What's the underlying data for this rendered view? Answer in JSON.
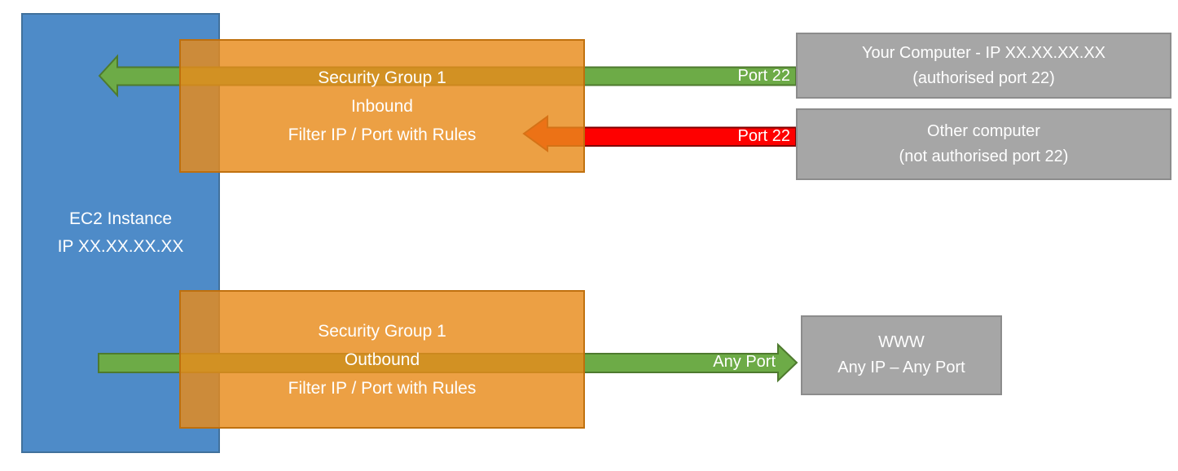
{
  "diagram": {
    "ec2": {
      "line1": "EC2 Instance",
      "line2": "IP XX.XX.XX.XX"
    },
    "sg_inbound": {
      "line1": "Security Group 1",
      "line2": "Inbound",
      "line3": "Filter IP / Port with Rules"
    },
    "sg_outbound": {
      "line1": "Security Group 1",
      "line2": "Outbound",
      "line3": "Filter IP / Port with Rules"
    },
    "your_computer": {
      "line1": "Your Computer - IP XX.XX.XX.XX",
      "line2": "(authorised port 22)"
    },
    "other_computer": {
      "line1": "Other computer",
      "line2": "(not authorised port 22)"
    },
    "www": {
      "line1": "WWW",
      "line2": "Any IP – Any Port"
    },
    "arrow_labels": {
      "inbound_allowed": "Port 22",
      "inbound_denied": "Port 22",
      "outbound": "Any Port"
    },
    "colors": {
      "ec2_blue": "#4E8BC8",
      "ec2_border": "#41719C",
      "security_group_orange": "#E88B1B",
      "allowed_green": "#6DAB47",
      "allowed_green_border": "#4E7A2E",
      "denied_red": "#FE0000",
      "denied_red_border": "#7F0000",
      "endpoint_gray": "#A6A6A6",
      "text": "#FFFFFF"
    }
  }
}
